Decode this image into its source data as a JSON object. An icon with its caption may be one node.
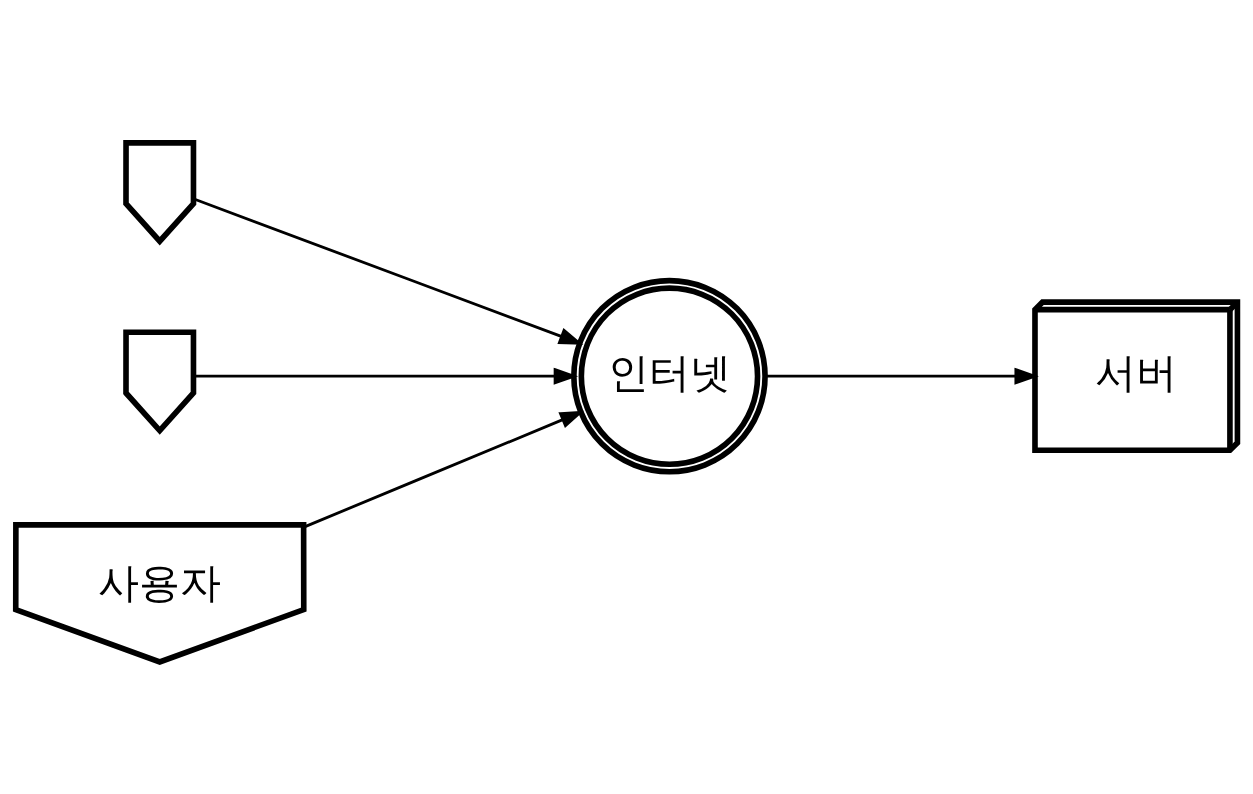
{
  "diagram": {
    "nodes": [
      {
        "text": [],
        "shape": "person"
      },
      {
        "text": [],
        "shape": "person"
      },
      {
        "text": [
          "사용자"
        ]
      },
      {
        "text": [
          "인터넷"
        ]
      },
      {
        "text": [
          "서버"
        ]
      }
    ],
    "edges": [
      {
        "from": 0,
        "to": 3,
        "arrow": "to"
      },
      {
        "from": 1,
        "to": 3,
        "arrow": "to"
      },
      {
        "from": 2,
        "to": 3,
        "arrow": "to"
      },
      {
        "from": 3,
        "to": 4,
        "arrow": "to"
      }
    ]
  }
}
